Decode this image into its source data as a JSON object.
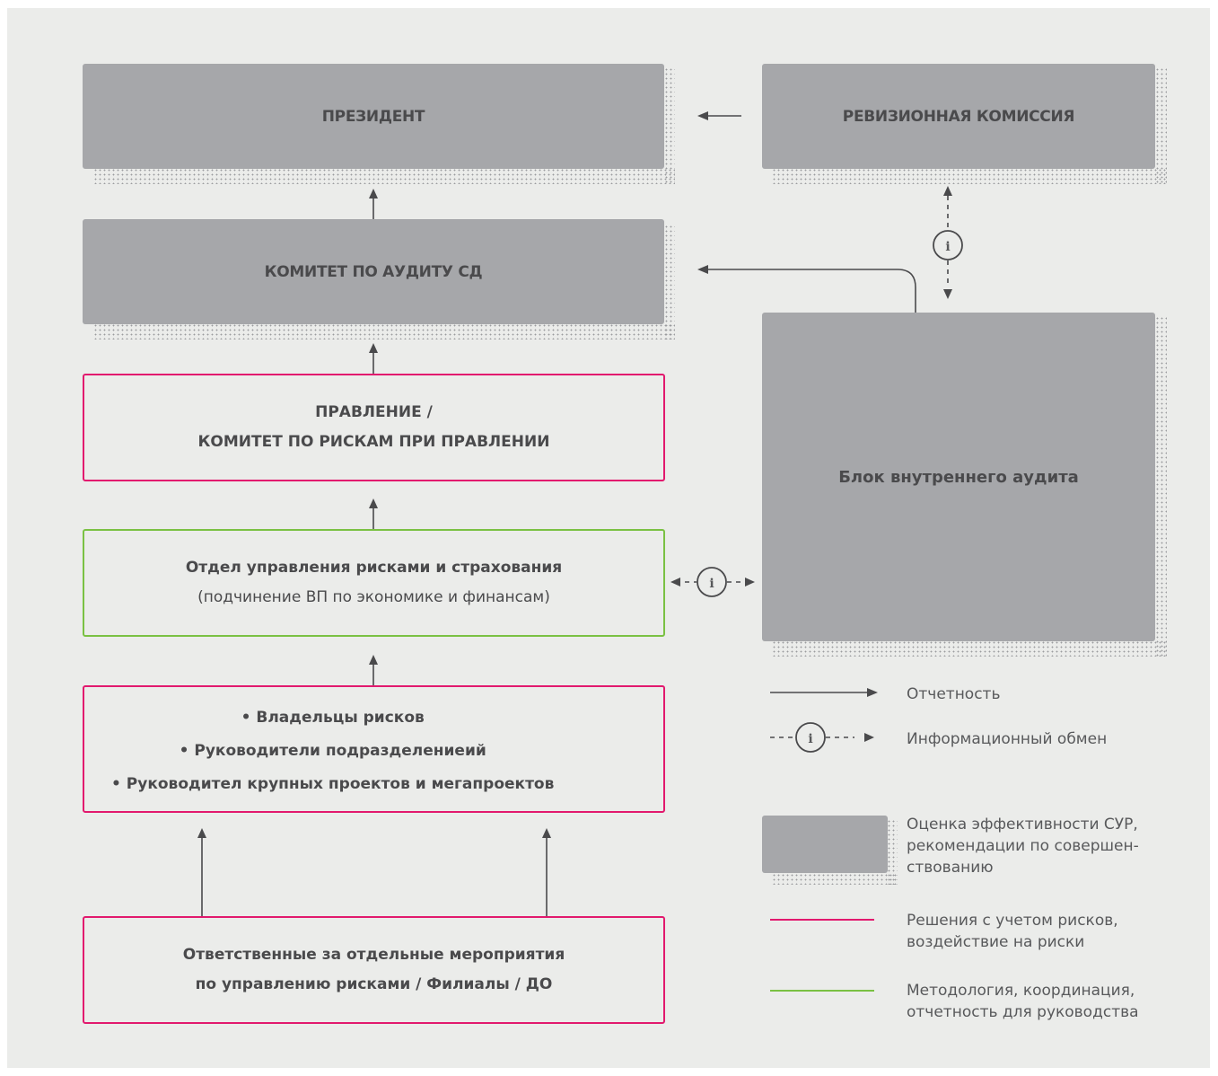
{
  "nodes": {
    "president": "ПРЕЗИДЕНТ",
    "revision": "РЕВИЗИОННАЯ КОМИССИЯ",
    "audit_committee": "КОМИТЕТ ПО АУДИТУ СД",
    "internal_audit": "Блок внутреннего аудита",
    "board_line1": "ПРАВЛЕНИЕ /",
    "board_line2": "КОМИТЕТ ПО РИСКАМ ПРИ ПРАВЛЕНИИ",
    "risk_dept_title": "Отдел управления рисками и страхования",
    "risk_dept_sub": "(подчинение ВП по экономике и финансам)",
    "owners": [
      "Владельцы рисков",
      "Руководители подразделениеий",
      "Руководител крупных проектов и мегапроектов"
    ],
    "responsible_line1": "Ответственные за отдельные мероприятия",
    "responsible_line2": "по управлению рисками / Филиалы / ДО"
  },
  "legend": {
    "reporting": "Отчетность",
    "info_exchange": "Информационный обмен",
    "assessment": [
      "Оценка эффективности СУР,",
      "рекомендации по совершен-",
      "ствованию"
    ],
    "decisions": [
      "Решения с учетом рисков,",
      "воздействие на риски"
    ],
    "methodology": [
      "Методология, координация,",
      "отчетность для руководства"
    ]
  },
  "icons": {
    "info": "info-circle-icon"
  },
  "colors": {
    "red": "#e2196e",
    "green": "#7ac143",
    "gray_box": "#a6a7aa",
    "background": "#ebecea"
  }
}
